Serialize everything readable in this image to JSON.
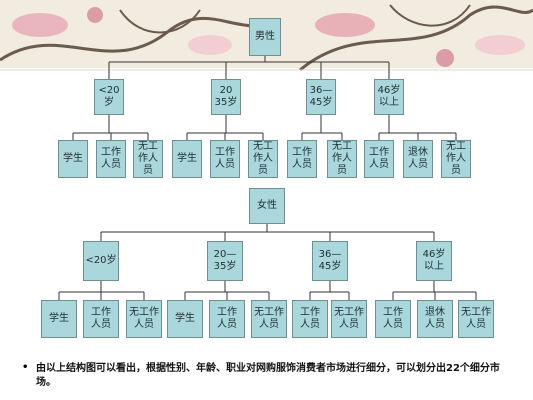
{
  "male_tree": {
    "root": "男性",
    "groups": [
      {
        "label": "<20岁",
        "children": [
          "学生",
          "工作\n人员",
          "无工\n作人\n员"
        ]
      },
      {
        "label": "20\n35岁",
        "children": [
          "学生",
          "工作\n人员",
          "无工\n作人\n员"
        ]
      },
      {
        "label": "36—\n45岁",
        "children": [
          "工作\n人员",
          "无工\n作人\n员"
        ]
      },
      {
        "label": "46岁\n以上",
        "children": [
          "工作\n人员",
          "退休\n人员",
          "无工\n作人\n员"
        ]
      }
    ]
  },
  "female_tree": {
    "root": "女性",
    "groups": [
      {
        "label": "<20岁",
        "children": [
          "学生",
          "工作\n人员",
          "无工作\n人员"
        ]
      },
      {
        "label": "20—\n35岁",
        "children": [
          "学生",
          "工作\n人员",
          "无工作\n人员"
        ]
      },
      {
        "label": "36—\n45岁",
        "children": [
          "工作\n人员",
          "无工作\n人员"
        ]
      },
      {
        "label": "46岁\n以上",
        "children": [
          "工作\n人员",
          "退休\n人员",
          "无工作\n人员"
        ]
      }
    ]
  },
  "summary": "由以上结构图可以看出，根据性别、年龄、职业对网购服饰消费者市场进行细分，可以划分出22个细分市场。"
}
